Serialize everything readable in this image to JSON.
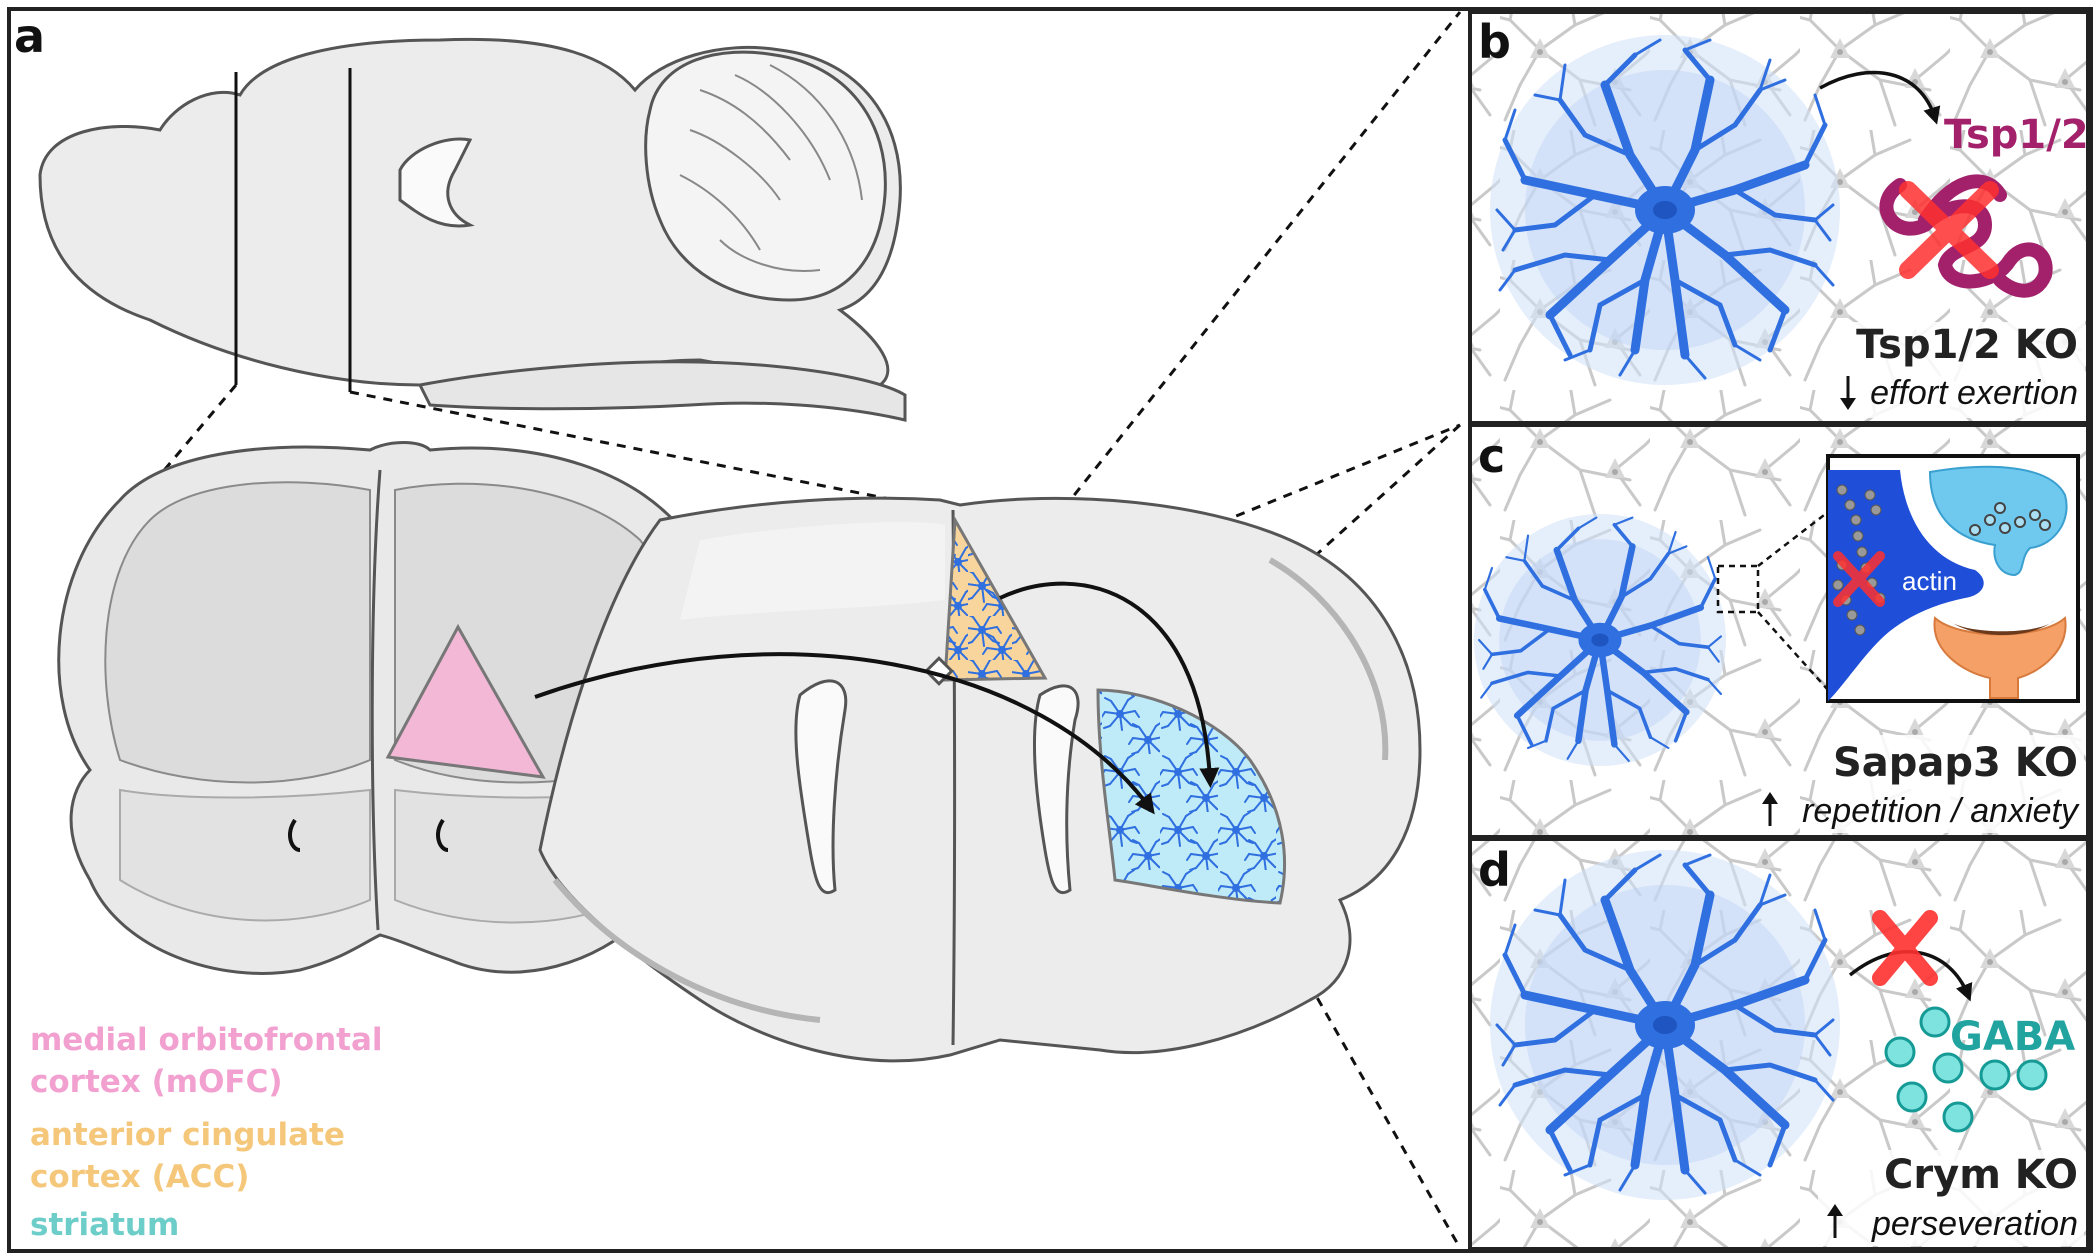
{
  "panels": {
    "a": {
      "label": "a"
    },
    "b": {
      "label": "b",
      "molecule": "Tsp1/2",
      "knockout": "Tsp1/2 KO",
      "phenotype": "effort exertion",
      "phenotype_arrow": "down"
    },
    "c": {
      "label": "c",
      "inset_label": "actin",
      "knockout": "Sapap3 KO",
      "phenotype": "repetition / anxiety",
      "phenotype_arrow": "up"
    },
    "d": {
      "label": "d",
      "molecule": "GABA",
      "knockout": "Crym KO",
      "phenotype": "perseveration",
      "phenotype_arrow": "up"
    }
  },
  "legend": [
    {
      "text": "medial orbitofrontal",
      "color": "#f2a0cf"
    },
    {
      "text": "cortex (mOFC)",
      "color": "#f2a0cf"
    },
    {
      "text": "anterior cingulate",
      "color": "#f5c77a"
    },
    {
      "text": "cortex (ACC)",
      "color": "#f5c77a"
    },
    {
      "text": "striatum",
      "color": "#6ccdc9"
    }
  ],
  "colors": {
    "mofc": "#f2b8d6",
    "acc": "#f8d59c",
    "striatum": "#bfeaf7",
    "astrocyte": "#2f6fe0",
    "tsp": "#a3206b",
    "gaba": "#21a3a0",
    "knockout_x": "#ff3030"
  },
  "icons": [
    "astrocyte-icon",
    "neuron-network-icon",
    "protein-coil-icon",
    "knockout-x-icon",
    "synapse-icon",
    "vesicle-icon"
  ]
}
